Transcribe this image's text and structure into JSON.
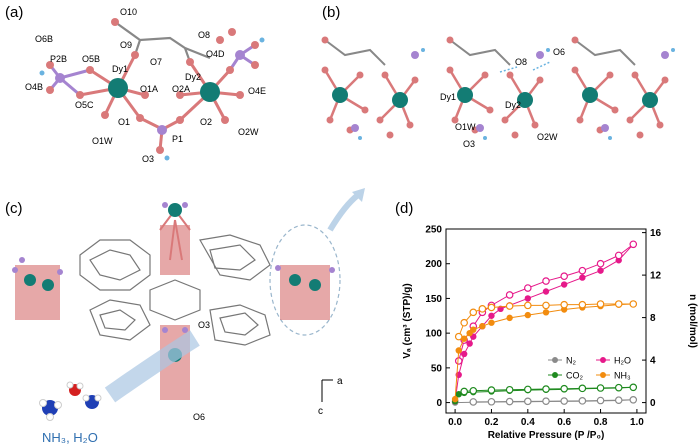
{
  "panels": {
    "a": {
      "label": "(a)",
      "atoms": [
        "O10",
        "O9",
        "O8",
        "O6B",
        "P2B",
        "O5B",
        "Dy1",
        "O7",
        "Dy2",
        "O4D",
        "O4B",
        "O5C",
        "O1A",
        "O2A",
        "O4E",
        "O1",
        "O2",
        "O1W",
        "O2W",
        "P1",
        "O3"
      ]
    },
    "b": {
      "label": "(b)",
      "atoms": [
        "O8",
        "O6",
        "Dy1",
        "Dy2",
        "O1W",
        "O3",
        "O2W"
      ]
    },
    "c": {
      "label": "(c)",
      "atoms": [
        "O3",
        "O6"
      ],
      "axes": {
        "a": "a",
        "c": "c"
      },
      "guest_label": "NH₃, H₂O"
    },
    "d": {
      "label": "(d)"
    }
  },
  "colors": {
    "dy": "#137c74",
    "o": "#d9797a",
    "p": "#a584d0",
    "h": "#6ab3e0",
    "c": "#9a9a9a",
    "n2": "#8a8a8a",
    "co2": "#1f8a1f",
    "h2o": "#e6198a",
    "nh3": "#f28c0f"
  },
  "chart_data": {
    "type": "scatter",
    "xlabel": "Relative Pressure (P /P₀)",
    "ylabel": "Vₐ (cm³ (STP)/g)",
    "y2label": "n (mol/mol)",
    "xlim": [
      -0.05,
      1.05
    ],
    "ylim": [
      -15,
      250
    ],
    "y2lim": [
      -0.98,
      16.34
    ],
    "xticks": [
      "0.0",
      "0.2",
      "0.4",
      "0.6",
      "0.8",
      "1.0"
    ],
    "yticks": [
      "0",
      "50",
      "100",
      "150",
      "200",
      "250"
    ],
    "y2ticks": [
      "0",
      "4",
      "8",
      "12",
      "16"
    ],
    "legend": [
      "N₂",
      "H₂O",
      "CO₂",
      "NH₃"
    ],
    "legend_position": "lower-right",
    "series": [
      {
        "name": "N₂",
        "color": "#8a8a8a",
        "adsorption": [
          [
            0.0,
            0
          ],
          [
            0.1,
            0.5
          ],
          [
            0.2,
            0.8
          ],
          [
            0.3,
            1
          ],
          [
            0.4,
            1.2
          ],
          [
            0.5,
            1.5
          ],
          [
            0.6,
            1.8
          ],
          [
            0.7,
            2
          ],
          [
            0.8,
            2.5
          ],
          [
            0.9,
            3
          ],
          [
            0.98,
            4
          ]
        ],
        "desorption": [
          [
            0.98,
            4
          ],
          [
            0.9,
            3.5
          ],
          [
            0.8,
            3
          ],
          [
            0.7,
            2.5
          ],
          [
            0.6,
            2.2
          ],
          [
            0.5,
            2
          ],
          [
            0.4,
            1.8
          ],
          [
            0.3,
            1.5
          ],
          [
            0.2,
            1.2
          ],
          [
            0.1,
            1
          ]
        ]
      },
      {
        "name": "H₂O",
        "color": "#e6198a",
        "adsorption": [
          [
            0.0,
            2
          ],
          [
            0.02,
            40
          ],
          [
            0.05,
            70
          ],
          [
            0.08,
            85
          ],
          [
            0.1,
            95
          ],
          [
            0.15,
            110
          ],
          [
            0.2,
            125
          ],
          [
            0.25,
            135
          ],
          [
            0.3,
            140
          ],
          [
            0.4,
            150
          ],
          [
            0.5,
            160
          ],
          [
            0.6,
            170
          ],
          [
            0.7,
            180
          ],
          [
            0.8,
            190
          ],
          [
            0.9,
            205
          ],
          [
            0.98,
            228
          ]
        ],
        "desorption": [
          [
            0.98,
            228
          ],
          [
            0.9,
            212
          ],
          [
            0.8,
            200
          ],
          [
            0.7,
            190
          ],
          [
            0.6,
            182
          ],
          [
            0.5,
            175
          ],
          [
            0.4,
            165
          ],
          [
            0.3,
            155
          ],
          [
            0.2,
            140
          ],
          [
            0.15,
            130
          ],
          [
            0.1,
            110
          ],
          [
            0.05,
            90
          ],
          [
            0.02,
            60
          ]
        ]
      },
      {
        "name": "CO₂",
        "color": "#1f8a1f",
        "adsorption": [
          [
            0.0,
            2
          ],
          [
            0.02,
            12
          ],
          [
            0.05,
            14
          ],
          [
            0.1,
            15
          ],
          [
            0.2,
            16
          ],
          [
            0.3,
            17
          ],
          [
            0.4,
            18
          ],
          [
            0.5,
            18.5
          ],
          [
            0.6,
            19
          ],
          [
            0.7,
            20
          ],
          [
            0.8,
            20.5
          ],
          [
            0.9,
            21
          ],
          [
            0.98,
            22
          ]
        ],
        "desorption": [
          [
            0.98,
            22
          ],
          [
            0.9,
            21.5
          ],
          [
            0.8,
            21
          ],
          [
            0.7,
            20.5
          ],
          [
            0.6,
            20
          ],
          [
            0.5,
            19.5
          ],
          [
            0.4,
            19
          ],
          [
            0.3,
            18.5
          ],
          [
            0.2,
            18
          ],
          [
            0.1,
            17
          ],
          [
            0.05,
            16
          ]
        ]
      },
      {
        "name": "NH₃",
        "color": "#f28c0f",
        "adsorption": [
          [
            0.0,
            5
          ],
          [
            0.02,
            75
          ],
          [
            0.05,
            92
          ],
          [
            0.08,
            100
          ],
          [
            0.1,
            105
          ],
          [
            0.15,
            110
          ],
          [
            0.2,
            115
          ],
          [
            0.3,
            122
          ],
          [
            0.4,
            126
          ],
          [
            0.5,
            130
          ],
          [
            0.6,
            134
          ],
          [
            0.7,
            137
          ],
          [
            0.8,
            139
          ],
          [
            0.9,
            141
          ],
          [
            0.98,
            142
          ]
        ],
        "desorption": [
          [
            0.98,
            142
          ],
          [
            0.9,
            142
          ],
          [
            0.8,
            142
          ],
          [
            0.7,
            141
          ],
          [
            0.6,
            141
          ],
          [
            0.5,
            140
          ],
          [
            0.4,
            140
          ],
          [
            0.3,
            139
          ],
          [
            0.2,
            137
          ],
          [
            0.15,
            135
          ],
          [
            0.1,
            130
          ],
          [
            0.05,
            115
          ],
          [
            0.02,
            95
          ]
        ]
      }
    ]
  }
}
